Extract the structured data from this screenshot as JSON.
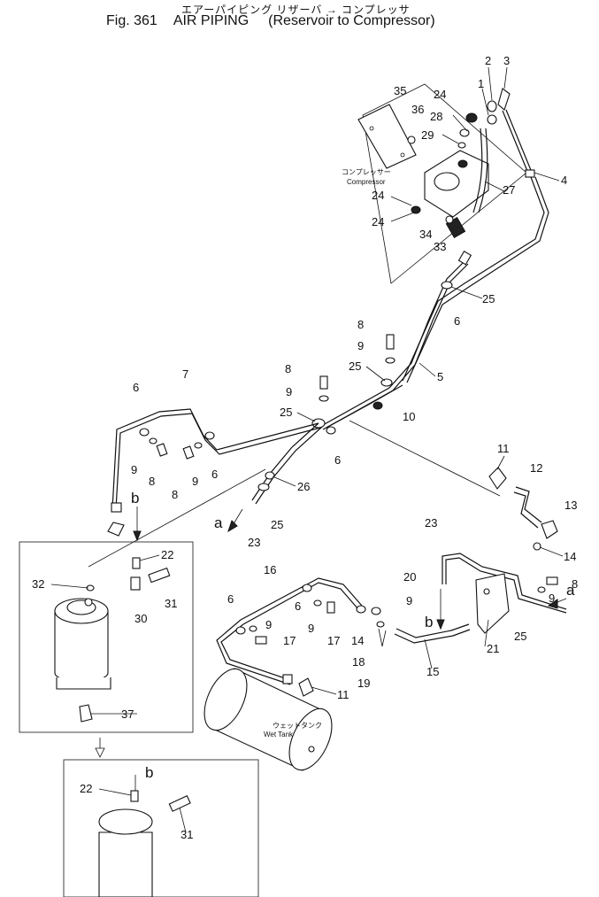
{
  "header": {
    "japanese_title": "エアーパイピング リザーバ → コンプレッサ",
    "fig_label": "Fig. 361",
    "title": "AIR PIPING",
    "subtitle": "(Reservoir to Compressor)"
  },
  "component_labels": {
    "compressor_jp": "コンプレッサー",
    "compressor": "Compressor",
    "wet_tank_jp": "ウェットタンク",
    "wet_tank": "Wet Tank"
  },
  "view_letters": {
    "a": "a",
    "b": "b"
  },
  "callouts": [
    "1",
    "2",
    "3",
    "4",
    "5",
    "6",
    "7",
    "8",
    "9",
    "10",
    "11",
    "12",
    "13",
    "14",
    "15",
    "16",
    "17",
    "18",
    "19",
    "20",
    "21",
    "22",
    "23",
    "24",
    "25",
    "26",
    "27",
    "28",
    "29",
    "30",
    "31",
    "32",
    "33",
    "34",
    "35",
    "36",
    "37"
  ]
}
